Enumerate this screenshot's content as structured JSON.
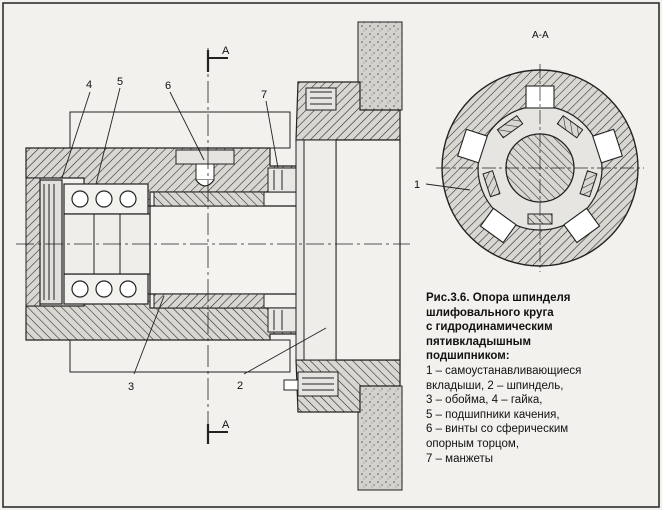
{
  "section_marks": {
    "top": "A",
    "bottom": "A"
  },
  "view_title": "А-А",
  "callouts": {
    "c1": "1",
    "c2": "2",
    "c3": "3",
    "c4": "4",
    "c5": "5",
    "c6": "6",
    "c7": "7"
  },
  "caption": {
    "title_lines": [
      "Рис.3.6. Опора шпинделя",
      "шлифовального круга",
      "с гидродинамическим",
      "пятивкладышным",
      "подшипником:"
    ],
    "items": [
      "1 – самоустанавливающиеся",
      "вкладыши, 2 – шпиндель,",
      "3 – обойма, 4 – гайка,",
      "5 – подшипники качения,",
      "6 – винты со сферическим",
      "опорным торцом,",
      "7 – манжеты"
    ]
  }
}
